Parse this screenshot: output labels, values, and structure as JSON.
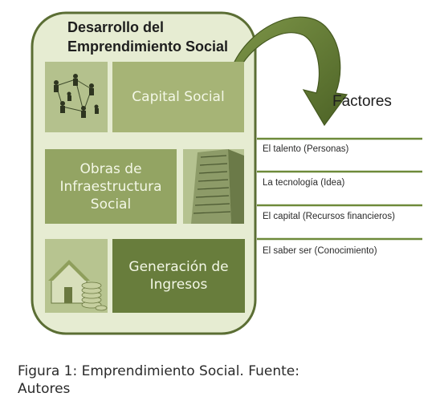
{
  "frame": {
    "title_line1": "Desarrollo del",
    "title_line2": "Emprendimiento Social"
  },
  "panels": {
    "capital_social": "Capital Social",
    "obras_line1": "Obras de",
    "obras_line2": "Infraestructura",
    "obras_line3": "Social",
    "ingresos_line1": "Generación de",
    "ingresos_line2": "Ingresos"
  },
  "images": {
    "network": "people-network-icon",
    "tower": "server-tower-icon",
    "house": "house-coins-icon"
  },
  "factors": {
    "title": "Factores",
    "items": [
      "El talento (Personas)",
      "La tecnología (Idea)",
      "El capital (Recursos financieros)",
      "El saber ser (Conocimiento)"
    ]
  },
  "caption": {
    "line1": "Figura 1: Emprendimiento Social. Fuente:",
    "line2": "Autores"
  },
  "colors": {
    "frame_fill": "#e6ecd2",
    "frame_stroke": "#5b6e34",
    "arrow": "#5e7532",
    "panel_light": "#a6b476",
    "panel_mid": "#93a463",
    "panel_dark": "#687d3c",
    "factor_line": "#6e8a3a"
  }
}
